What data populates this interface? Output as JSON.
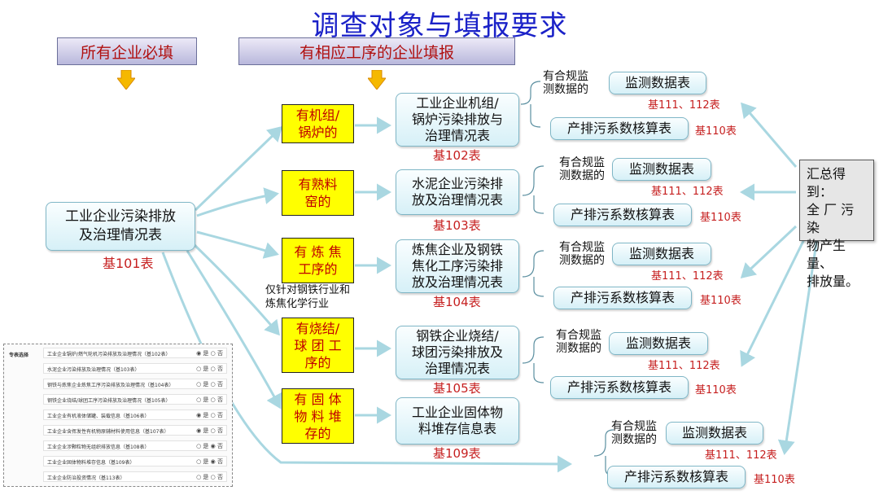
{
  "title": "调查对象与填报要求",
  "headers": {
    "all": "所有企业必填",
    "conditional": "有相应工序的企业填报"
  },
  "root": {
    "label": "工业企业污染排放\n及治理情况表",
    "ref": "基101表"
  },
  "branches": [
    {
      "cond": "有机组/\n锅炉的",
      "form": "工业企业机组/\n锅炉污染排放与\n治理情况表",
      "ref": "基102表"
    },
    {
      "cond": "有熟料\n窑的",
      "form": "水泥企业污染排\n放及治理情况表",
      "ref": "基103表"
    },
    {
      "cond": "有 炼 焦\n工序的",
      "form": "炼焦企业及钢铁\n焦化工序污染排\n放及治理情况表",
      "ref": "基104表"
    },
    {
      "cond": "有烧结/\n球 团 工\n序的",
      "form": "钢铁企业烧结/\n球团污染排放及\n治理情况表",
      "ref": "基105表"
    },
    {
      "cond": "有 固 体\n物 料 堆\n存的",
      "form": "工业企业固体物\n料堆存信息表",
      "ref": "基109表"
    }
  ],
  "coking_note": "仅针对钢铁行业和\n炼焦化学行业",
  "monitoring": {
    "qualifier": "有合规监\n测数据的",
    "label": "监测数据表",
    "ref": "基111、112表"
  },
  "accounting": {
    "label": "产排污系数核算表",
    "ref": "基110表"
  },
  "summary": "汇总得到：\n全 厂 污 染\n物产生量、\n排放量。",
  "inset_form": {
    "label": "专表选择",
    "rows": [
      {
        "text": "工业企业锅炉/燃气轮机污染排放及治理情况（基102表）",
        "state": "◉ 是  ○ 否"
      },
      {
        "text": "水泥企业污染排放及治理情况（基103表）",
        "state": "○ 是  ○ 否"
      },
      {
        "text": "钢铁与炼焦企业炼焦工序污染排放及治理情况（基104表）",
        "state": "○ 是  ○ 否"
      },
      {
        "text": "钢铁企业烧结/球团工序污染排放及治理情况（基105表）",
        "state": "○ 是  ○ 否"
      },
      {
        "text": "工业企业有机液体储罐、装载信息（基106表）",
        "state": "◉ 是  ○ 否"
      },
      {
        "text": "工业企业含挥发性有机物原辅材料使用信息（基107表）",
        "state": "◉ 是  ○ 否"
      },
      {
        "text": "工业企业涉颗粒物无组织排放信息（基108表）",
        "state": "○ 是  ◉ 否"
      },
      {
        "text": "工业企业固体物料堆存信息（基109表）",
        "state": "○ 是  ◉ 否"
      },
      {
        "text": "工业企业防治投资情况（基113表）",
        "state": "○ 是  ○ 否"
      }
    ]
  },
  "colors": {
    "title": "#1b22c8",
    "arrow": "#a9d7e1",
    "condition_fill": "#ffff00",
    "reference": "#c62020"
  }
}
